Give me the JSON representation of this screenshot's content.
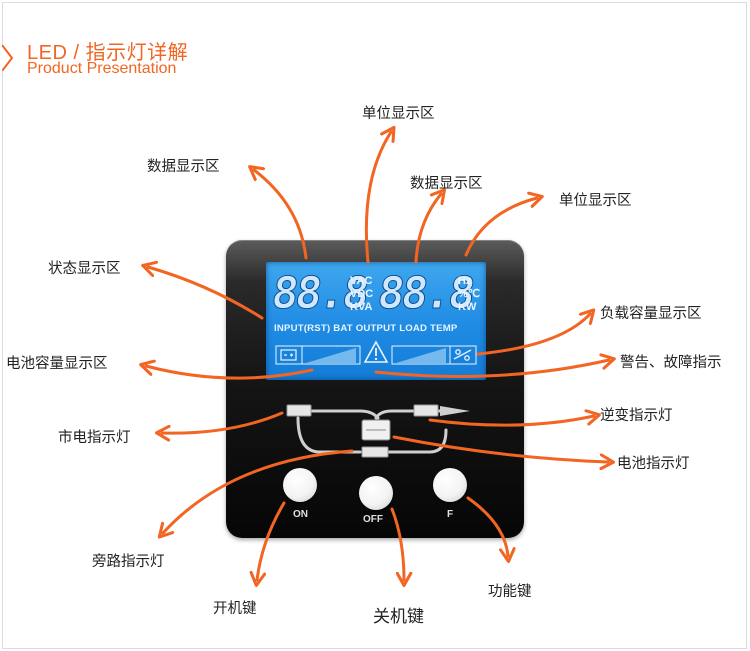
{
  "header": {
    "title_cn": "LED / 指示灯详解",
    "title_en": "Product Presentation",
    "accent_color": "#f26522"
  },
  "lcd": {
    "left_digits": "88.8",
    "right_digits": "88.8",
    "units_left": [
      "VAC",
      "VDC",
      "KVA"
    ],
    "units_right": [
      "Hz",
      "%℃",
      "KW"
    ],
    "status_row": "INPUT(RST) BAT OUTPUT LOAD TEMP",
    "screen_color": "#1f8be3"
  },
  "buttons": {
    "on": "ON",
    "off": "OFF",
    "f": "F"
  },
  "callouts": {
    "data_display_left": "数据显示区",
    "unit_display_top": "单位显示区",
    "data_display_right": "数据显示区",
    "unit_display_right": "单位显示区",
    "status_display": "状态显示区",
    "load_capacity": "负载容量显示区",
    "battery_capacity": "电池容量显示区",
    "warning_fault": "警告、故障指示",
    "mains_indicator": "市电指示灯",
    "inverter_indicator": "逆变指示灯",
    "battery_indicator": "电池指示灯",
    "bypass_indicator": "旁路指示灯",
    "power_on_key": "开机键",
    "power_off_key": "关机键",
    "function_key": "功能键"
  }
}
